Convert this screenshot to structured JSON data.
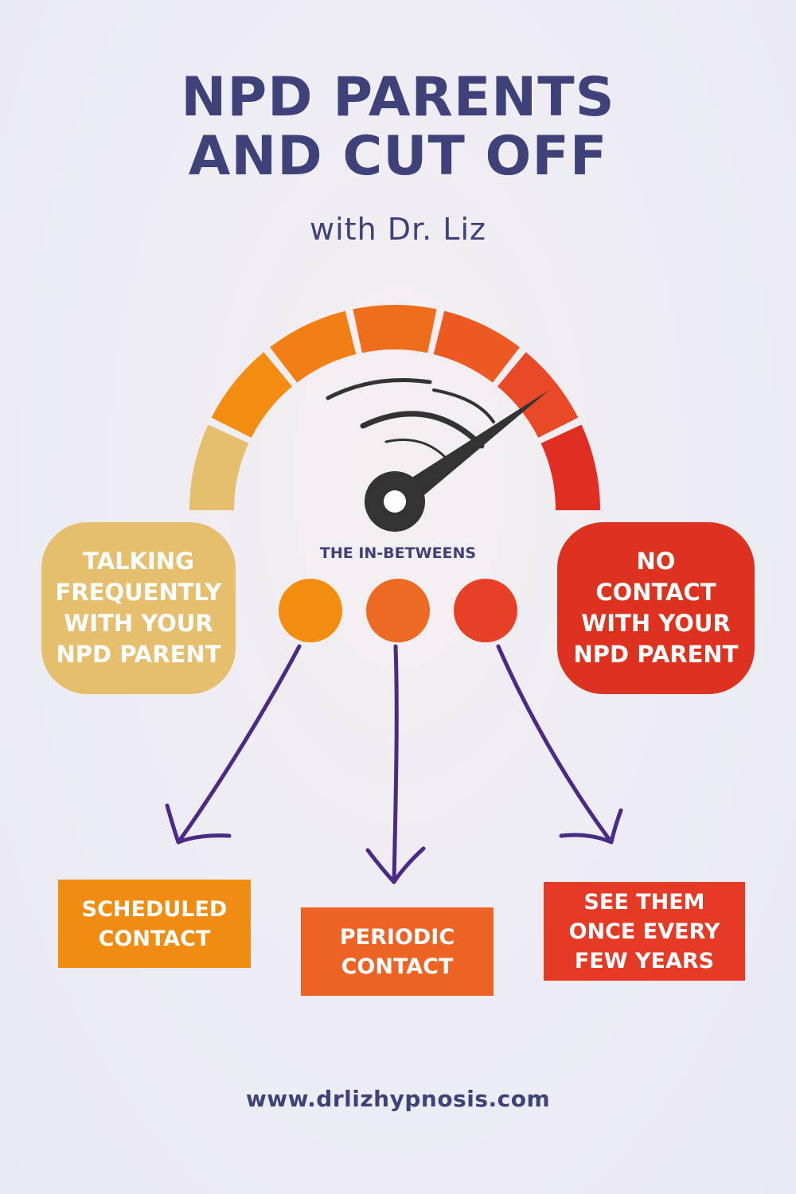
{
  "title": {
    "line1": "NPD PARENTS",
    "line2": "AND CUT OFF"
  },
  "subtitle": "with Dr. Liz",
  "gauge": {
    "segment_colors": [
      "#e5be6e",
      "#f28d11",
      "#f17f13",
      "#ef6e1c",
      "#ec5a22",
      "#e84926",
      "#e12e22"
    ],
    "needle_color": "#333333"
  },
  "left_pill": {
    "lines": [
      "TALKING",
      "FREQUENTLY",
      "WITH YOUR",
      "NPD PARENT"
    ]
  },
  "right_pill": {
    "lines": [
      "NO",
      "CONTACT",
      "WITH YOUR",
      "NPD PARENT"
    ]
  },
  "in_betweens_label": "THE IN-BETWEENS",
  "options": [
    {
      "lines": [
        "SCHEDULED",
        "CONTACT"
      ],
      "color": "#f08c12"
    },
    {
      "lines": [
        "PERIODIC",
        "CONTACT"
      ],
      "color": "#ec6324"
    },
    {
      "lines": [
        "SEE THEM",
        "ONCE EVERY",
        "FEW YEARS"
      ],
      "color": "#e53a25"
    }
  ],
  "arrow_color": "#4b2a85",
  "footer": "www.drlizhypnosis.com"
}
